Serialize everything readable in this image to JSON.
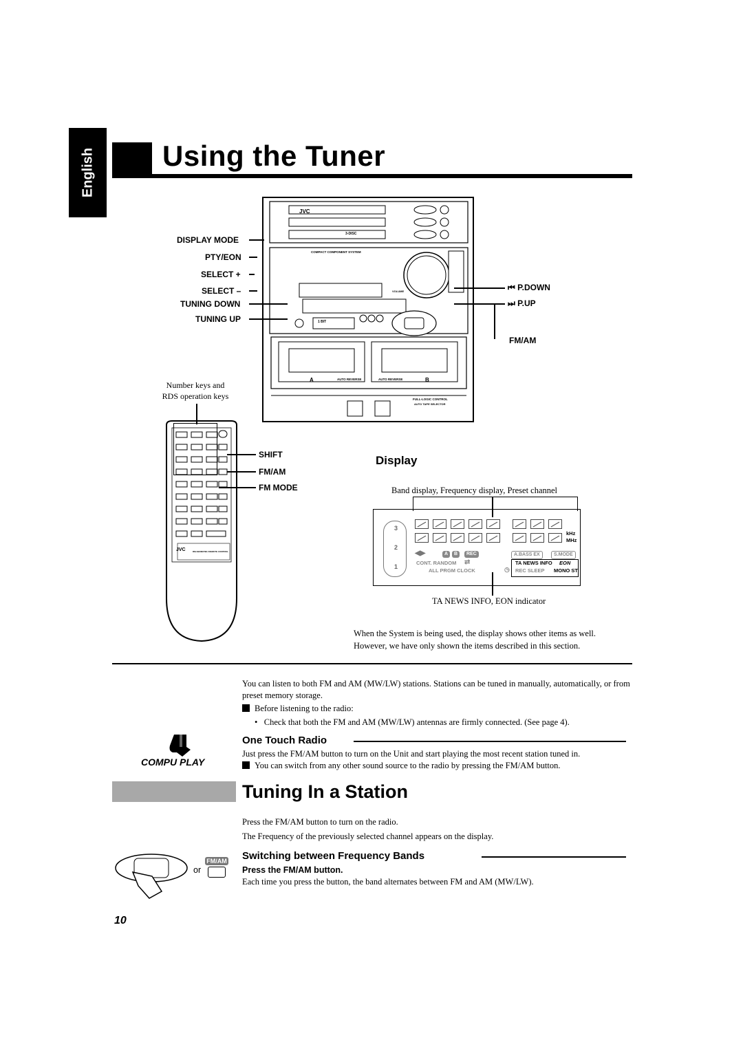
{
  "header": {
    "language_tab": "English",
    "title": "Using the Tuner"
  },
  "unit_callouts": {
    "left": [
      "DISPLAY MODE",
      "PTY/EON",
      "SELECT +",
      "SELECT –",
      "TUNING DOWN",
      "TUNING UP"
    ],
    "right": [
      "P.DOWN",
      "P.UP",
      "FM/AM"
    ],
    "right_icons": [
      "skip-back-icon",
      "skip-forward-icon"
    ]
  },
  "unit_labels": {
    "brand": "JVC",
    "ccs": "COMPACT COMPONENT SYSTEM",
    "disc_3": "3-DISC",
    "auto_reverse_a": "AUTO REVERSE",
    "auto_reverse_b": "AUTO REVERSE",
    "deck_a": "A",
    "deck_b": "B",
    "full_logic": "FULL-LOGIC CONTROL",
    "auto_tape": "AUTO TAPE SELECTOR",
    "one_bit": "1 BIT",
    "volume": "VOLUME"
  },
  "remote": {
    "caption_line1": "Number keys and",
    "caption_line2": "RDS operation keys",
    "callouts": [
      "SHIFT",
      "FM/AM",
      "FM MODE"
    ],
    "brand": "JVC",
    "model": "RM-SEDMXTBU REMOTE CONTROL"
  },
  "display_section": {
    "heading": "Display",
    "caption": "Band display, Frequency display, Preset channel",
    "bottom_caption": "TA NEWS INFO, EON indicator",
    "indicators": {
      "khz": "kHz",
      "mhz": "MHz",
      "a": "A",
      "b": "B",
      "rec": "REC",
      "abass": "A.BASS EX",
      "smode": "S.MODE",
      "cont_random": "CONT. RANDOM",
      "all_prgm_clock": "ALL  PRGM CLOCK",
      "ta_news": "TA NEWS INFO",
      "eon": "EON",
      "rec_sleep": "REC  SLEEP",
      "mono_st": "MONO ST",
      "discs": [
        "3",
        "2",
        "1"
      ]
    },
    "note": "When the System is being used, the display shows other items as well. However, we have only shown the items described in this section."
  },
  "intro": {
    "paragraph": "You can listen to both FM and AM (MW/LW) stations. Stations can be tuned in manually, automatically, or from preset memory storage.",
    "bullet_head": "Before listening to the radio:",
    "bullet": "Check that both the FM and AM (MW/LW) antennas are firmly connected. (See page 4)."
  },
  "one_touch": {
    "logo": "COMPU PLAY",
    "heading": "One Touch Radio",
    "line1": "Just press the FM/AM button to turn on the Unit and start playing the most recent station tuned in.",
    "line2": "You can switch from any other sound source to the radio by pressing the FM/AM button."
  },
  "tuning": {
    "heading": "Tuning In a Station",
    "line1": "Press the FM/AM button to turn on the radio.",
    "line2": "The Frequency of the previously selected channel appears on the display.",
    "sub_heading": "Switching between Frequency Bands",
    "press": "Press the FM/AM button.",
    "body": "Each time you press the button, the band alternates between FM and AM (MW/LW).",
    "or": "or",
    "button_label": "FM/AM"
  },
  "page_number": "10"
}
